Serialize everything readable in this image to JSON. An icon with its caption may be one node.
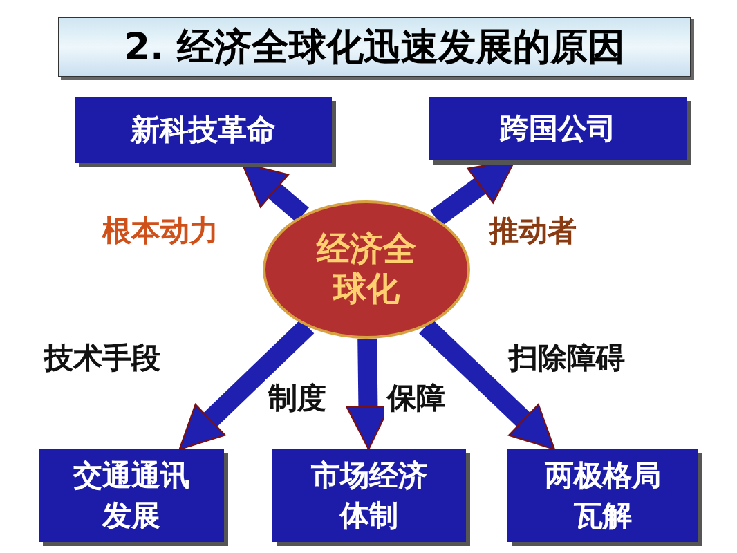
{
  "diagram": {
    "title": "2. 经济全球化迅速发展的原因",
    "nodes": [
      {
        "text": [
          "新科技革命"
        ]
      },
      {
        "text": [
          "跨国公司"
        ]
      },
      {
        "text": [
          "经济全球化"
        ]
      },
      {
        "text": [
          "交通通讯发展"
        ]
      },
      {
        "text": [
          "市场经济体制"
        ]
      },
      {
        "text": [
          "两极格局瓦解"
        ]
      }
    ],
    "edges": [
      {
        "from": 2,
        "to": 0,
        "arrow": "to",
        "label": "根本动力"
      },
      {
        "from": 2,
        "to": 1,
        "arrow": "to",
        "label": "推动者"
      },
      {
        "from": 2,
        "to": 3,
        "arrow": "to",
        "label": "技术手段"
      },
      {
        "from": 2,
        "to": 4,
        "arrow": "to"
      },
      {
        "from": 2,
        "to": 5,
        "arrow": "to",
        "label": "扫除障碍"
      }
    ],
    "labels": [
      "制度",
      "保障"
    ]
  }
}
